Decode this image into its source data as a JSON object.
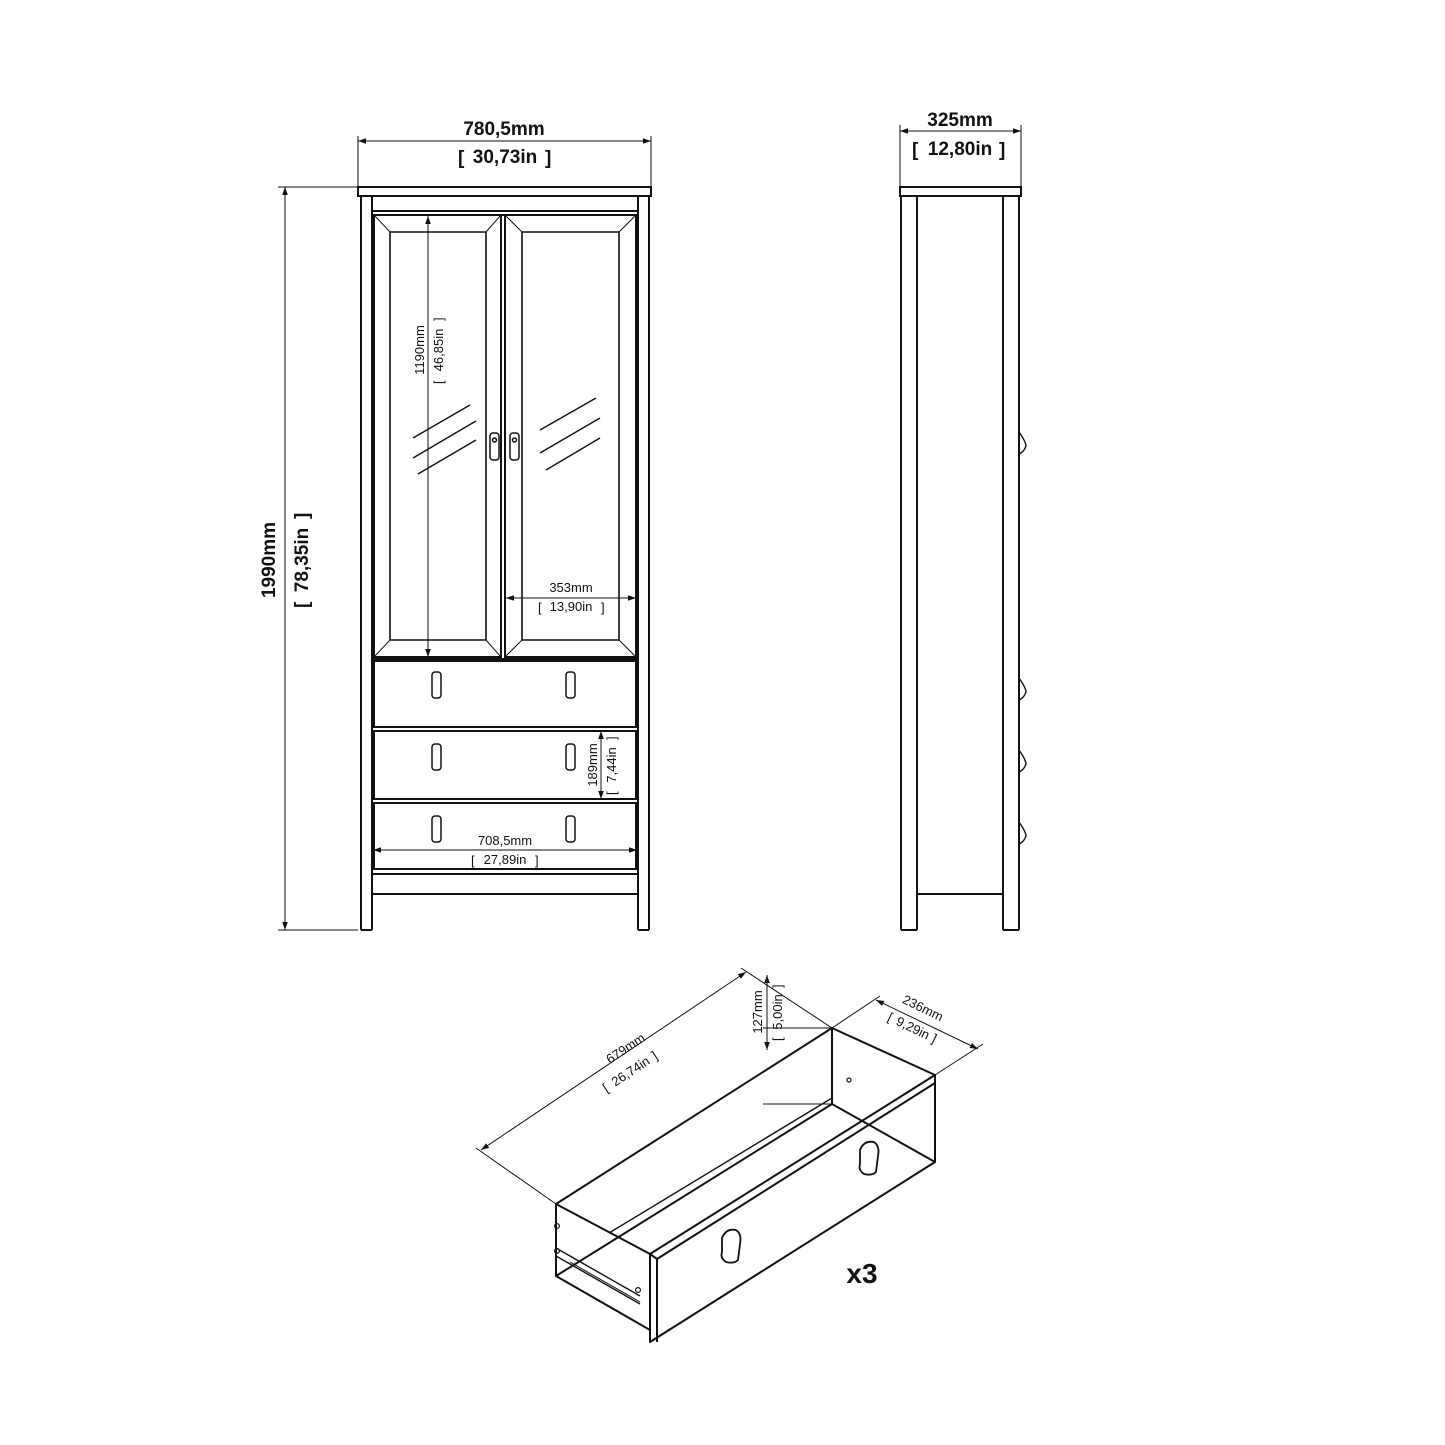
{
  "dimensions": {
    "front_width_mm": "780,5mm",
    "front_width_in": "30,73in",
    "side_depth_mm": "325mm",
    "side_depth_in": "12,80in",
    "total_height_mm": "1990mm",
    "total_height_in": "78,35in",
    "glass_height_mm": "1190mm",
    "glass_height_in": "46,85in",
    "door_width_mm": "353mm",
    "door_width_in": "13,90in",
    "drawer_height_mm": "189mm",
    "drawer_height_in": "7,44in",
    "inner_width_mm": "708,5mm",
    "inner_width_in": "27,89in"
  },
  "drawer": {
    "length_mm": "679mm",
    "length_in": "26,74in",
    "height_mm": "127mm",
    "height_in": "5,00in",
    "depth_mm": "236mm",
    "depth_in": "9,29in",
    "quantity": "x3"
  }
}
